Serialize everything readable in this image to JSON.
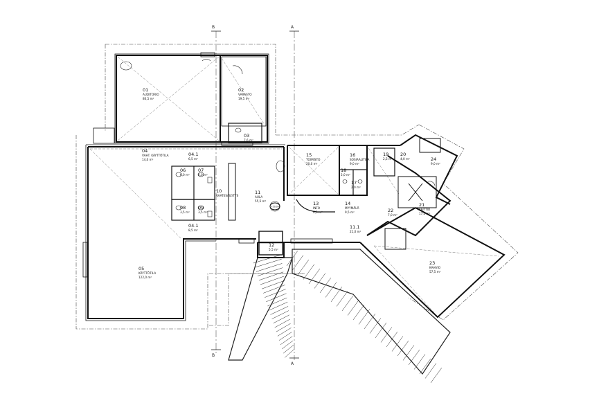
{
  "drawing": {
    "axis_labels": [
      "B",
      "A",
      "B",
      "A"
    ],
    "circle_label": "+50,000"
  },
  "rooms": [
    {
      "id": "r01",
      "num": "01",
      "name": "AUDITORIO",
      "area": "80,5"
    },
    {
      "id": "r02",
      "num": "02",
      "name": "VARASTO",
      "area": "19,5"
    },
    {
      "id": "r03",
      "num": "03",
      "name": "",
      "area": "7,6"
    },
    {
      "id": "r04",
      "num": "04",
      "name": "VAHT. KÄYTTÖTILA",
      "area": "14,0"
    },
    {
      "id": "r041",
      "num": "04.1",
      "name": "",
      "area": "6,5"
    },
    {
      "id": "r042",
      "num": "04.1",
      "name": "",
      "area": "8,5"
    },
    {
      "id": "r05",
      "num": "05",
      "name": "KÄYTTÖTILA",
      "area": "122,0"
    },
    {
      "id": "r06",
      "num": "06",
      "name": "",
      "area": "6,0"
    },
    {
      "id": "r07",
      "num": "07",
      "name": "",
      "area": "6,0"
    },
    {
      "id": "r08",
      "num": "08",
      "name": "",
      "area": "3,5"
    },
    {
      "id": "r09",
      "num": "09",
      "name": "",
      "area": "3,5"
    },
    {
      "id": "r10",
      "num": "10",
      "name": "VAATESÄILYTYS",
      "area": ""
    },
    {
      "id": "r11",
      "num": "11",
      "name": "AULA",
      "area": "55,5"
    },
    {
      "id": "r111",
      "num": "11.1",
      "name": "",
      "area": "21,0"
    },
    {
      "id": "r12",
      "num": "12",
      "name": "",
      "area": "5,5"
    },
    {
      "id": "r13",
      "num": "13",
      "name": "INFO",
      "area": "6,5"
    },
    {
      "id": "r14",
      "num": "14",
      "name": "MYYMÄLÄ",
      "area": "9,5"
    },
    {
      "id": "r15",
      "num": "15",
      "name": "TOIMISTO",
      "area": "20,0"
    },
    {
      "id": "r16",
      "num": "16",
      "name": "SOSIAALITILA",
      "area": "9,0"
    },
    {
      "id": "r17",
      "num": "17",
      "name": "",
      "area": "2,0"
    },
    {
      "id": "r18",
      "num": "18",
      "name": "",
      "area": "2,0"
    },
    {
      "id": "r19",
      "num": "19",
      "name": "",
      "area": "2,5"
    },
    {
      "id": "r20",
      "num": "20",
      "name": "",
      "area": "4,0"
    },
    {
      "id": "r21",
      "num": "21",
      "name": "KEITTIÖ",
      "area": "17,0"
    },
    {
      "id": "r22",
      "num": "22",
      "name": "",
      "area": "7,0"
    },
    {
      "id": "r23",
      "num": "23",
      "name": "KAHVIO",
      "area": "57,5"
    },
    {
      "id": "r24",
      "num": "24",
      "name": "",
      "area": "9,0"
    }
  ],
  "unit": "m²"
}
